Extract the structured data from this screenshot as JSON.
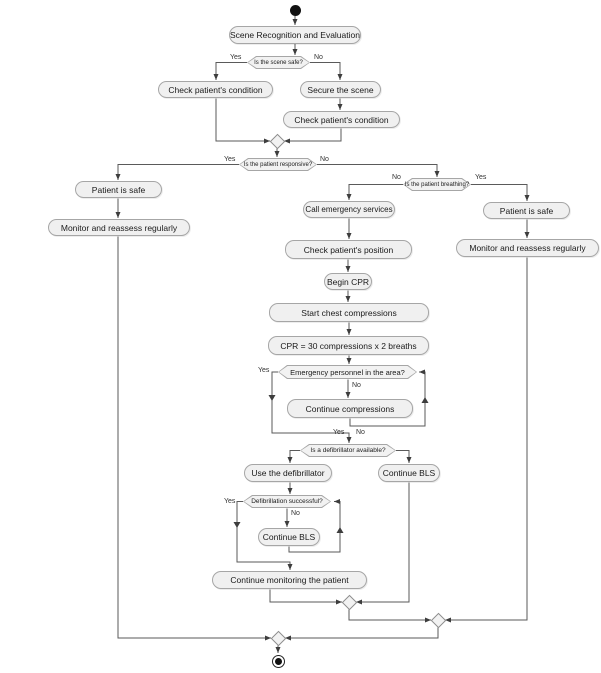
{
  "colors": {
    "canvas": "#ffffff",
    "node_fill": "#f0f0f0",
    "node_border": "#a6a6a6",
    "edge": "#5a5a5a",
    "arrow": "#3d3d3d",
    "text": "#1a1a1a"
  },
  "labels": {
    "yes": "Yes",
    "no": "No"
  },
  "nodes": {
    "scene_recognition": {
      "label": "Scene Recognition and Evaluation"
    },
    "scene_safe": {
      "label": "Is the scene safe?"
    },
    "check_condition_left": {
      "label": "Check patient's condition"
    },
    "secure_scene": {
      "label": "Secure the scene"
    },
    "check_condition_right": {
      "label": "Check patient's condition"
    },
    "responsive": {
      "label": "Is the patient responsive?"
    },
    "patient_safe_left": {
      "label": "Patient is safe"
    },
    "monitor_left": {
      "label": "Monitor and reassess regularly"
    },
    "breathing": {
      "label": "Is the patient breathing?"
    },
    "call_emergency": {
      "label": "Call emergency services"
    },
    "patient_safe_right": {
      "label": "Patient is safe"
    },
    "monitor_right": {
      "label": "Monitor and reassess regularly"
    },
    "check_position": {
      "label": "Check patient's position"
    },
    "begin_cpr": {
      "label": "Begin CPR"
    },
    "start_compressions": {
      "label": "Start chest compressions"
    },
    "cpr_ratio": {
      "label": "CPR = 30 compressions x 2 breaths"
    },
    "personnel": {
      "label": "Emergency personnel in the area?"
    },
    "continue_compressions": {
      "label": "Continue compressions"
    },
    "defib_available": {
      "label": "Is a defibrillator available?"
    },
    "use_defibrillator": {
      "label": "Use the defibrillator"
    },
    "continue_bls_right": {
      "label": "Continue BLS"
    },
    "defib_successful": {
      "label": "Defibrillation successful?"
    },
    "continue_bls_loop": {
      "label": "Continue BLS"
    },
    "continue_monitoring": {
      "label": "Continue monitoring the patient"
    }
  }
}
